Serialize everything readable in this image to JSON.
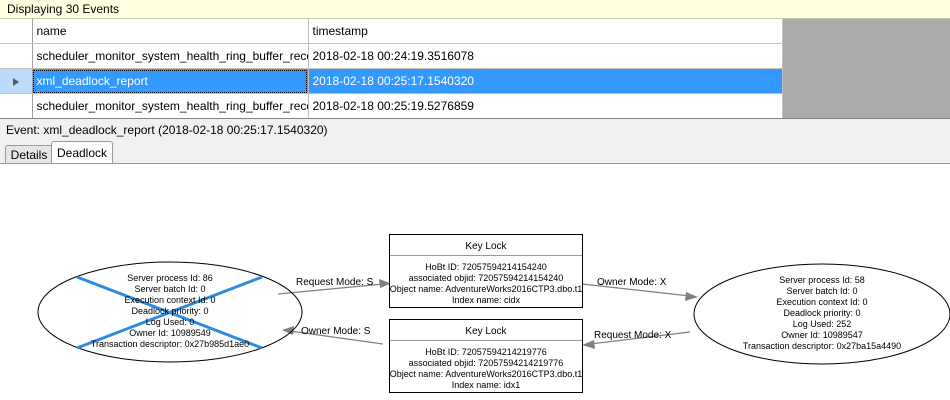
{
  "status_strip": {
    "text": "Displaying 30 Events"
  },
  "events_grid": {
    "columns": [
      "",
      "name",
      "timestamp"
    ],
    "rows": [
      {
        "selected": false,
        "marker": "",
        "name": "scheduler_monitor_system_health_ring_buffer_recorded",
        "timestamp": "2018-02-18 00:24:19.3516078"
      },
      {
        "selected": true,
        "marker": "row-selector-arrow",
        "name": "xml_deadlock_report",
        "timestamp": "2018-02-18 00:25:17.1540320"
      },
      {
        "selected": false,
        "marker": "",
        "name": "scheduler_monitor_system_health_ring_buffer_recorded",
        "timestamp": "2018-02-18 00:25:19.5276859"
      }
    ]
  },
  "event_header": {
    "text": "Event: xml_deadlock_report (2018-02-18 00:25:17.1540320)"
  },
  "tabs": [
    {
      "label": "Details",
      "active": false
    },
    {
      "label": "Deadlock",
      "active": true
    }
  ],
  "colors": {
    "selection_blue": "#3399ff",
    "victim_cross_blue": "#2e8bdc",
    "status_strip_yellow": "#ffffe1",
    "grid_empty_gray": "#aaaaaa",
    "edge_gray": "#808080"
  },
  "deadlock_graph": {
    "processes": [
      {
        "id": "process-left",
        "is_victim": true,
        "lines": [
          "Server process Id: 86",
          "Server batch Id: 0",
          "Execution context Id: 0",
          "Deadlock priority: 0",
          "Log Used: 0",
          "Owner Id: 10989549",
          "Transaction descriptor: 0x27b985d1ae0"
        ]
      },
      {
        "id": "process-right",
        "is_victim": false,
        "lines": [
          "Server process Id: 58",
          "Server batch Id: 0",
          "Execution context Id: 0",
          "Deadlock priority: 0",
          "Log Used: 252",
          "Owner Id: 10989547",
          "Transaction descriptor: 0x27ba15a4490"
        ]
      }
    ],
    "resources": [
      {
        "id": "key-lock-top",
        "title": "Key Lock",
        "lines": [
          "HoBt ID: 72057594214154240",
          "associated objid: 72057594214154240",
          "Object name: AdventureWorks2016CTP3.dbo.t1",
          "Index name: cidx"
        ]
      },
      {
        "id": "key-lock-bottom",
        "title": "Key Lock",
        "lines": [
          "HoBt ID: 72057594214219776",
          "associated objid: 72057594214219776",
          "Object name: AdventureWorks2016CTP3.dbo.t1",
          "Index name: idx1"
        ]
      }
    ],
    "edges": [
      {
        "id": "edge-left-request-top",
        "label": "Request Mode: S"
      },
      {
        "id": "edge-top-owner-right",
        "label": "Owner Mode: X"
      },
      {
        "id": "edge-bottom-owner-left",
        "label": "Owner Mode: S"
      },
      {
        "id": "edge-right-request-bottom",
        "label": "Request Mode: X"
      }
    ]
  }
}
